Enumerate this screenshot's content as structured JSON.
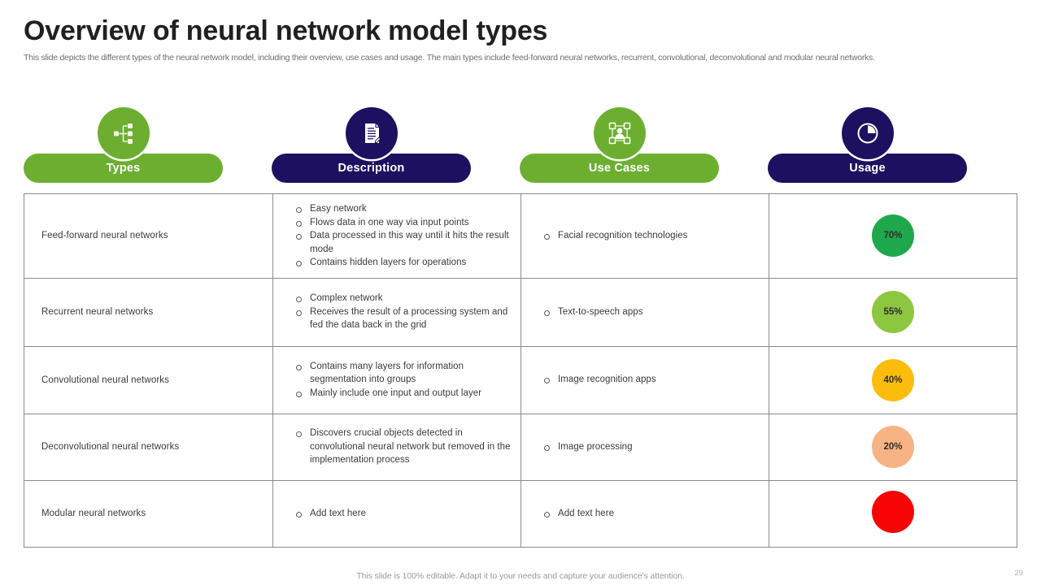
{
  "slide": {
    "title": "Overview of neural network model types",
    "subtitle": "This slide depicts the different types of the neural network model, including their overview, use cases and usage. The main types include feed-forward neural networks, recurrent, convolutional, deconvolutional and modular neural networks.",
    "footer_note": "This slide is 100% editable. Adapt it to your needs and capture your audience's attention.",
    "page_number": "29"
  },
  "colors": {
    "green": "#6CAF30",
    "navy": "#1E1060",
    "usage_70": "#1FA84B",
    "usage_55": "#8DC63F",
    "usage_40": "#FBBC0B",
    "usage_20": "#F8B385",
    "usage_none": "#F70505",
    "border": "#8B8B8B",
    "text": "#3A3A3A"
  },
  "columns": [
    {
      "label": "Types",
      "icon": "hierarchy-icon",
      "pill_color": "#6CAF30",
      "circle_color": "#6CAF30"
    },
    {
      "label": "Description",
      "icon": "document-icon",
      "pill_color": "#1E1060",
      "circle_color": "#1E1060"
    },
    {
      "label": "Use Cases",
      "icon": "user-network-icon",
      "pill_color": "#6CAF30",
      "circle_color": "#6CAF30"
    },
    {
      "label": "Usage",
      "icon": "pie-chart-icon",
      "pill_color": "#1E1060",
      "circle_color": "#1E1060"
    }
  ],
  "rows": [
    {
      "type": "Feed-forward  neural networks",
      "description": [
        "Easy network",
        "Flows data in one way via input points",
        "Data processed in this way until it hits the result mode",
        "Contains hidden layers for operations"
      ],
      "use_cases": [
        "Facial recognition  technologies"
      ],
      "usage_value": "70%",
      "usage_color": "#1FA84B"
    },
    {
      "type": "Recurrent  neural networks",
      "description": [
        "Complex network",
        "Receives the result of a processing system and fed the data back in the grid"
      ],
      "use_cases": [
        "Text-to-speech  apps"
      ],
      "usage_value": "55%",
      "usage_color": "#8DC63F"
    },
    {
      "type": "Convolutional  neural networks",
      "description": [
        "Contains many layers for information segmentation into groups",
        "Mainly include one input and output layer"
      ],
      "use_cases": [
        "Image recognition  apps"
      ],
      "usage_value": "40%",
      "usage_color": "#FBBC0B"
    },
    {
      "type": "Deconvolutional  neural networks",
      "description": [
        "Discovers  crucial objects detected in convolutional  neural network  but removed  in the implementation process"
      ],
      "use_cases": [
        "Image processing"
      ],
      "usage_value": "20%",
      "usage_color": "#F8B385"
    },
    {
      "type": "Modular  neural networks",
      "description": [
        "Add text here"
      ],
      "use_cases": [
        "Add text here"
      ],
      "usage_value": "",
      "usage_color": "#F70505"
    }
  ]
}
